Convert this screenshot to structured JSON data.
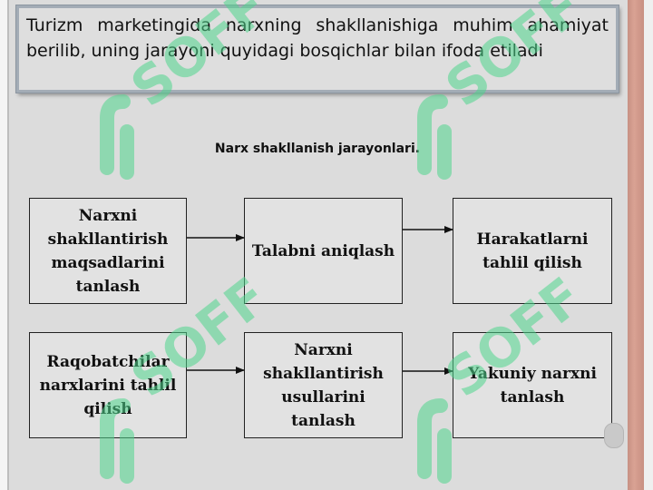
{
  "header": {
    "text": "Turizm marketingida narxning shakllanishiga muhim ahamiyat berilib, uning jarayoni quyidagi bosqichlar bilan ifoda etiladi"
  },
  "diagram": {
    "title": "Narx shakllanish jarayonlari.",
    "row1": [
      "Narxni shakllantirish maqsadlarini tanlash",
      "Talabni aniqlash",
      "Harakatlarni tahlil qilish"
    ],
    "row2": [
      "Raqobatchilar narxlarini tahlil qilish",
      "Narxni shakllantirish usullarini tanlash",
      "Yakuniy narxni tanlash"
    ]
  },
  "watermark": {
    "text": "SOFF",
    "color": "#4fd58d"
  }
}
